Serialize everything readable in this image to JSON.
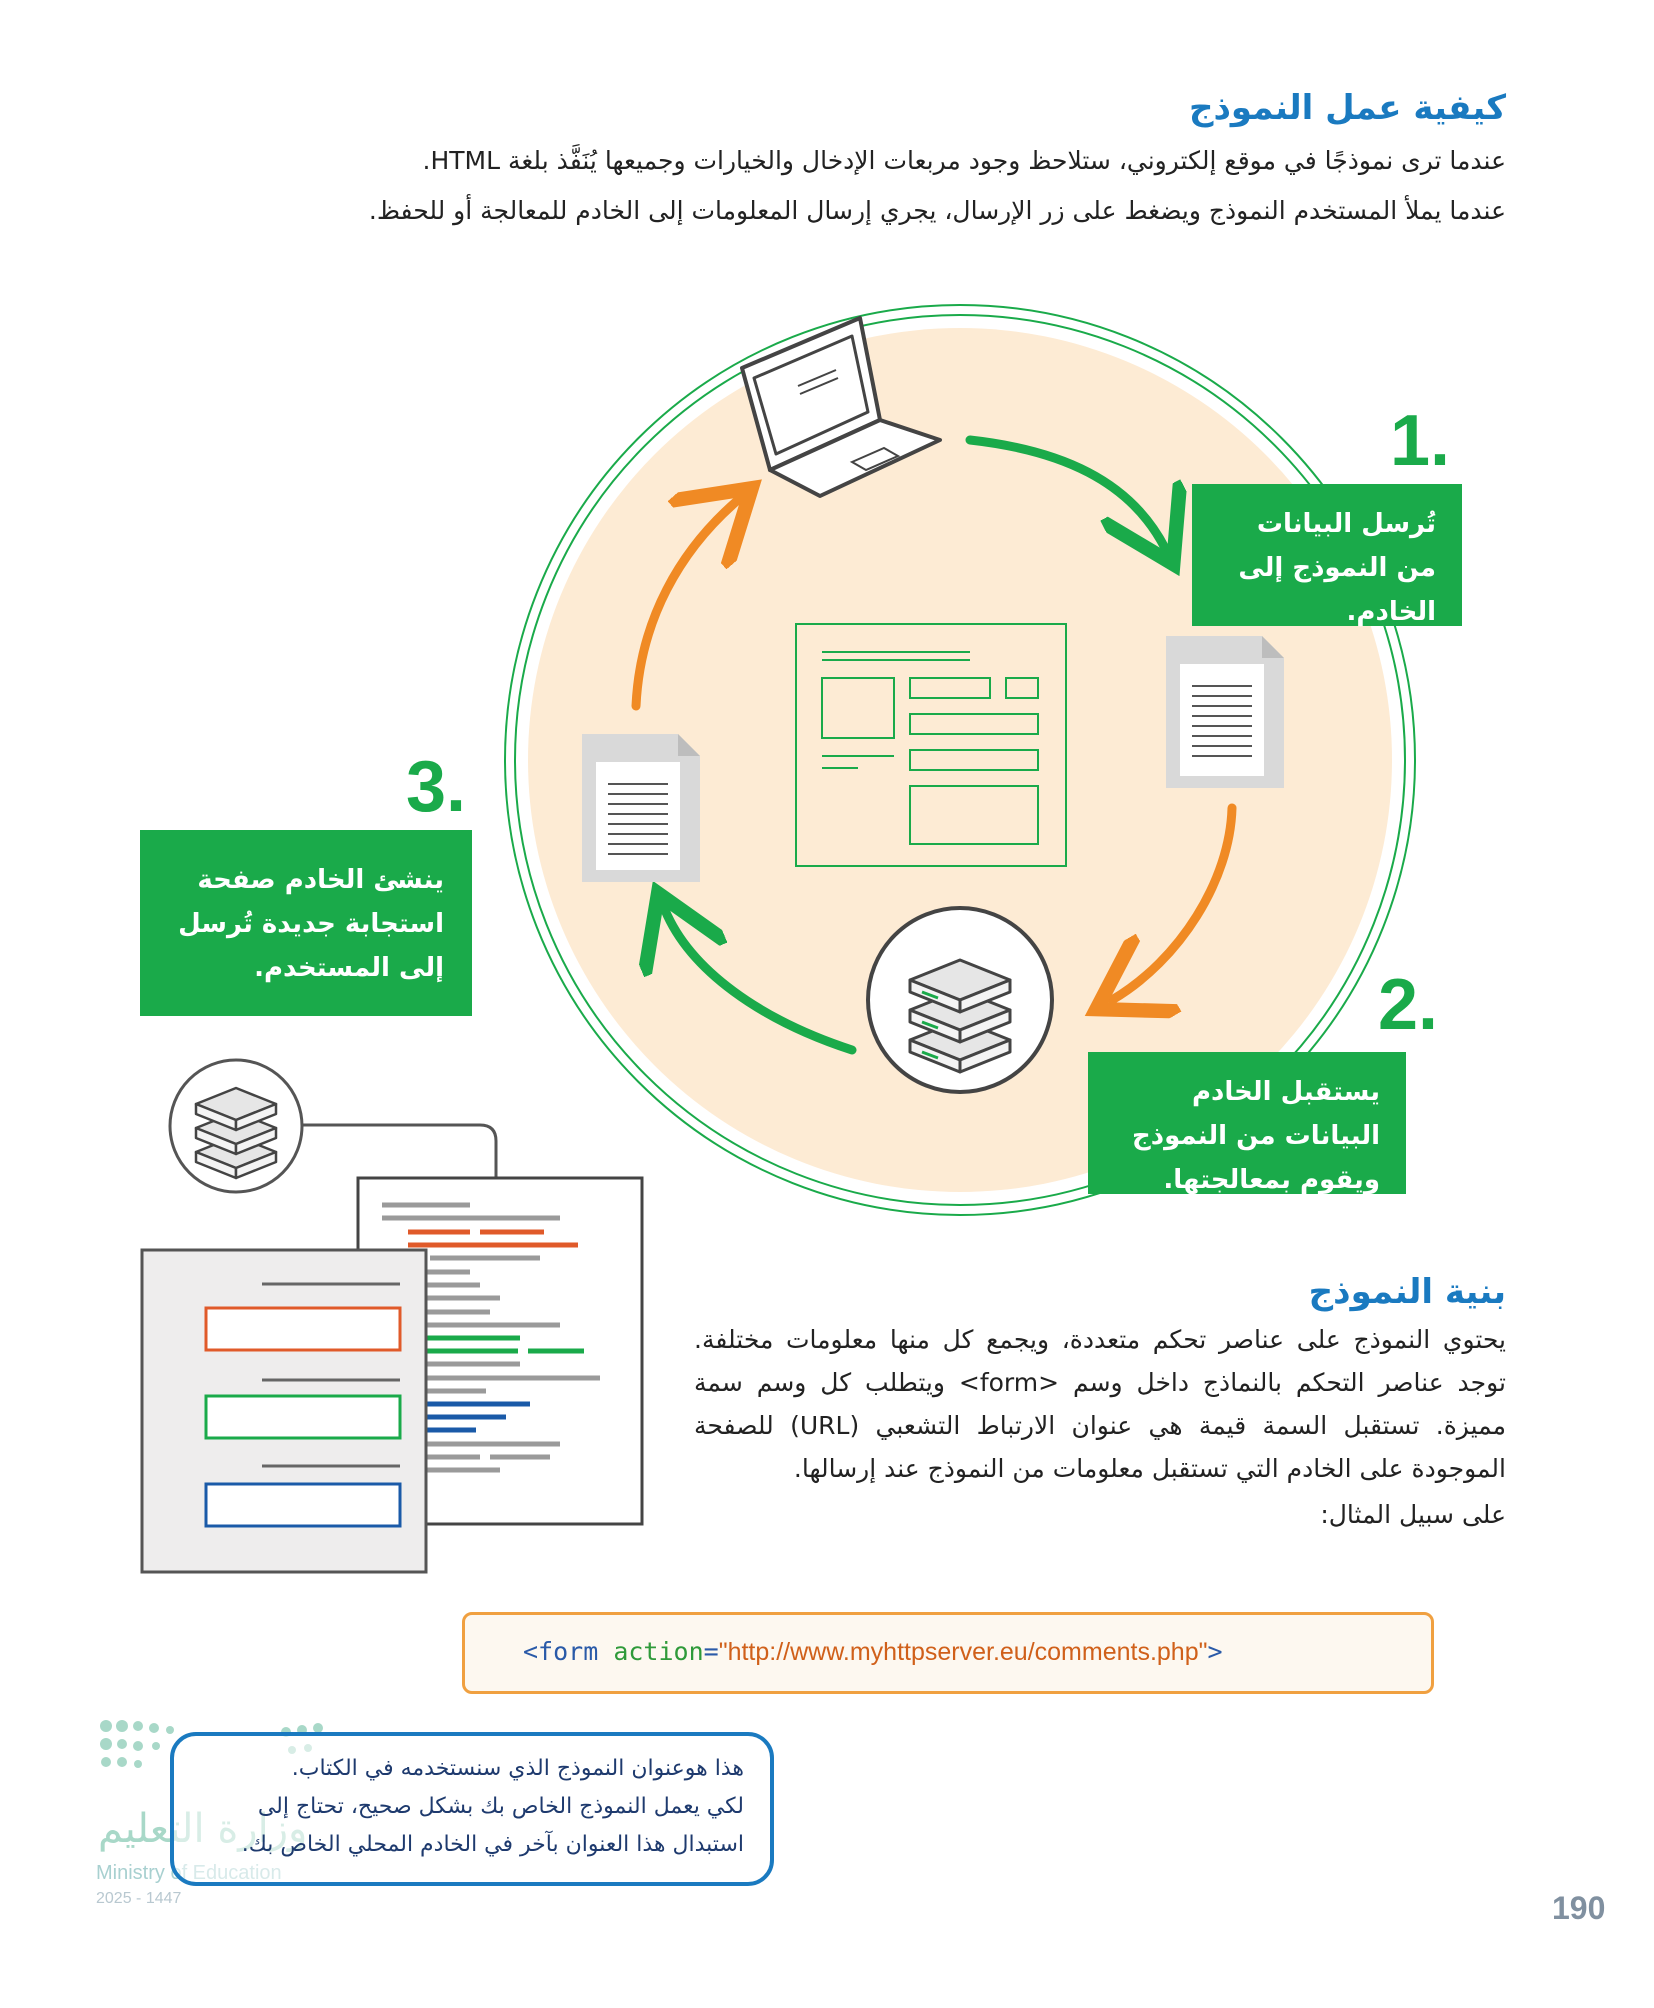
{
  "section1": {
    "title": "كيفية عمل النموذج",
    "line1": "عندما ترى نموذجًا في موقع إلكتروني، ستلاحظ وجود مربعات الإدخال والخيارات وجميعها يُنَفَّذ بلغة HTML.",
    "line2": "عندما يملأ المستخدم النموذج ويضغط على زر الإرسال، يجري إرسال المعلومات إلى الخادم للمعالجة أو للحفظ."
  },
  "steps": [
    {
      "number": "1.",
      "text": "تُرسل البيانات من النموذج إلى الخادم."
    },
    {
      "number": "2.",
      "text": "يستقبل الخادم البيانات من النموذج ويقوم بمعالجتها."
    },
    {
      "number": "3.",
      "text": "ينشئ الخادم صفحة استجابة جديدة تُرسل إلى المستخدم."
    }
  ],
  "diagram_icons": [
    "laptop-icon",
    "document-icon",
    "server-icon",
    "web-form-icon"
  ],
  "section2": {
    "title": "بنية النموذج",
    "paragraph": "يحتوي النموذج على عناصر تحكم متعددة، ويجمع كل منها معلومات مختلفة. توجد عناصر التحكم بالنماذج داخل وسم <form> ويتطلب كل وسم سمة مميزة. تستقبل السمة قيمة هي عنوان الارتباط التشعبي (URL) للصفحة الموجودة على الخادم التي تستقبل معلومات من النموذج عند إرسالها.",
    "example_label": "على سبيل المثال:"
  },
  "code": {
    "open": "<form",
    "attr": "action",
    "eq": "=",
    "value": "\"http://www.myhttpserver.eu/comments.php\"",
    "close": ">"
  },
  "note": {
    "line1": "هذا هوعنوان النموذج الذي سنستخدمه في الكتاب.",
    "line2": "لكي يعمل النموذج الخاص بك بشكل صحيح، تحتاج إلى",
    "line3": "استبدال هذا العنوان بآخر في الخادم المحلي الخاص بك."
  },
  "footer": {
    "logo_ar": "وزارة التعليم",
    "logo_en": "Ministry of Education",
    "year": "2025 - 1447",
    "page_number": "190"
  },
  "colors": {
    "heading_blue": "#1a7ac0",
    "green": "#1aaa4a",
    "orange": "#f08a24",
    "circle_fill": "#fdebd4"
  }
}
